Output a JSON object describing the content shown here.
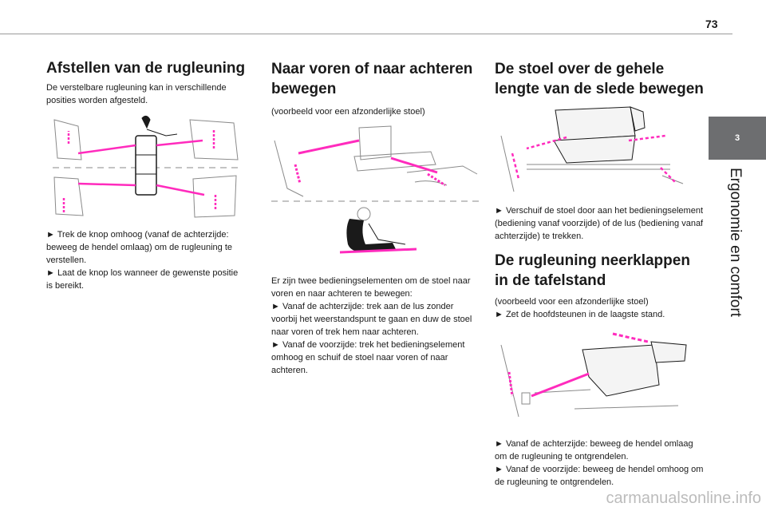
{
  "page": {
    "number": "73",
    "chapter_tab": "3",
    "chapter_title": "Ergonomie en comfort",
    "watermark": "carmanualsonline.info"
  },
  "sections": {
    "backrest": {
      "title": "Afstellen van de rugleuning",
      "intro": "De verstelbare rugleuning kan in verschillende posities worden afgesteld.",
      "steps": [
        "► Trek de knop omhoog (vanaf de achterzijde: beweeg de hendel omlaag) om de rugleuning te verstellen.",
        "► Laat de knop los wanneer de gewenste positie is bereikt."
      ]
    },
    "forward_back": {
      "title": "Naar voren of naar achteren bewegen",
      "intro": "(voorbeeld voor een afzonderlijke stoel)",
      "body": "Er zijn twee bedieningselementen om de stoel naar voren en naar achteren te bewegen:",
      "steps": [
        "► Vanaf de achterzijde: trek aan de lus zonder voorbij het weerstandspunt te gaan en duw de stoel naar voren of trek hem naar achteren.",
        "► Vanaf de voorzijde: trek het bedieningselement omhoog en schuif de stoel naar voren of naar achteren."
      ]
    },
    "full_length": {
      "title": "De stoel over de gehele lengte van de slede bewegen",
      "steps": [
        "► Verschuif de stoel door aan het bedieningselement (bediening vanaf voorzijde) of de lus (bediening vanaf achterzijde) te trekken."
      ]
    },
    "table_position": {
      "title": "De rugleuning neerklappen in de tafelstand",
      "intro": "(voorbeeld voor een afzonderlijke stoel)",
      "intro_step": "► Zet de hoofdsteunen in de laagste stand.",
      "steps": [
        "► Vanaf de achterzijde: beweeg de hendel omlaag om de rugleuning te ontgrendelen.",
        "► Vanaf de voorzijde: beweeg de hendel omhoog om de rugleuning te ontgrendelen."
      ]
    }
  },
  "colors": {
    "accent_arrow": "#ff2bbd",
    "tab_gray": "#6d6e70",
    "line_art": "#8a8a8a"
  }
}
